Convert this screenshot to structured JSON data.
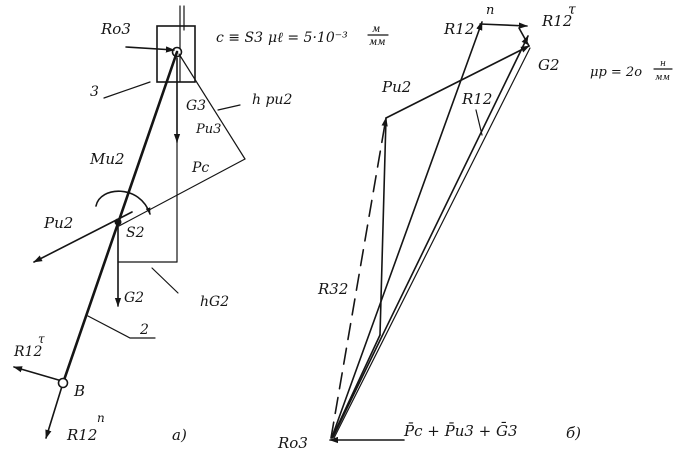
{
  "left_diagram": {
    "caption": "a)",
    "labels": {
      "R03": "Ro3",
      "c_eq_S3": "c ≡ S3",
      "mu_l": "μℓ = 5·10⁻³",
      "mu_l_unit_num": "м",
      "mu_l_unit_den": "мм",
      "link3": "3",
      "G3": "G3",
      "h_ri2": "h ри2",
      "Ri3": "Pи3",
      "Pc": "Pc",
      "Mi2": "Mи2",
      "Ri2": "Pи2",
      "S2": "S2",
      "G2": "G2",
      "hG2": "hG2",
      "link2": "2",
      "R12t": "R12",
      "R12t_sup": "τ",
      "B": "B",
      "R12n": "R12",
      "R12n_sup": "n"
    }
  },
  "right_diagram": {
    "caption": "б)",
    "labels": {
      "n_top": "n",
      "R12_top": "R12",
      "R12t": "R12",
      "R12t_sup": "τ",
      "G2": "G2",
      "mu_p": "μр = 2o",
      "mu_p_unit_num": "н",
      "mu_p_unit_den": "мм",
      "Ri2": "Pи2",
      "R12": "R12",
      "R32": "R32",
      "R03": "Ro3",
      "sum": "P̄c + P̄и3 + Ḡ3"
    }
  }
}
